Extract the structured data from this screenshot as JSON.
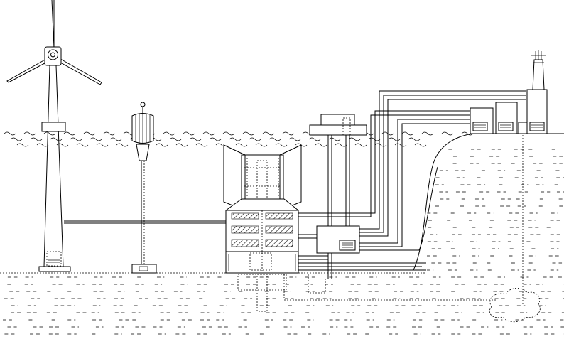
{
  "diagram": {
    "type": "engineering-schematic",
    "components": [
      "wind-turbine",
      "marker-buoy",
      "subsea-processing-module",
      "surface-platform",
      "subsea-control-box",
      "onshore-facilities",
      "underground-reservoir"
    ]
  }
}
